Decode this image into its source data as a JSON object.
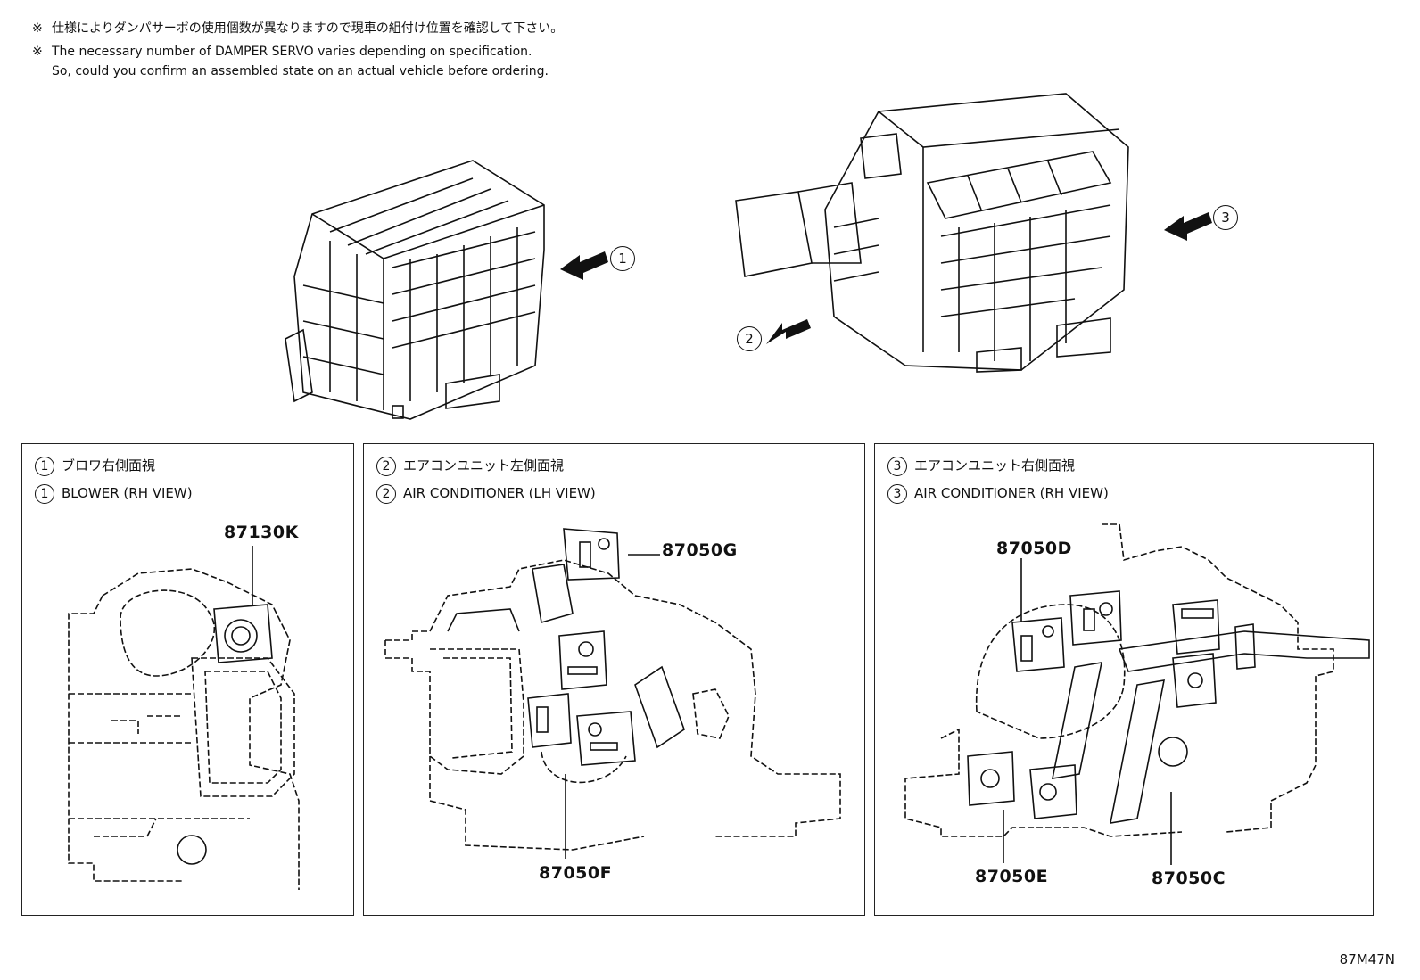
{
  "notes": {
    "mark": "※",
    "jp": "仕様によりダンパサーボの使用個数が異なりますので現車の組付け位置を確認して下さい。",
    "en_line1": "The necessary number of DAMPER SERVO varies depending on specification.",
    "en_line2": "So, could you confirm an assembled state on an actual vehicle before ordering."
  },
  "callouts": [
    "1",
    "2",
    "3"
  ],
  "panels": [
    {
      "num": "1",
      "title_jp": "ブロワ右側面視",
      "title_en": "BLOWER (RH VIEW)",
      "parts": [
        "87130K"
      ]
    },
    {
      "num": "2",
      "title_jp": "エアコンユニット左側面視",
      "title_en": "AIR CONDITIONER (LH VIEW)",
      "parts": [
        "87050G",
        "87050F"
      ]
    },
    {
      "num": "3",
      "title_jp": "エアコンユニット右側面視",
      "title_en": "AIR CONDITIONER (RH VIEW)",
      "parts": [
        "87050D",
        "87050E",
        "87050C"
      ]
    }
  ],
  "figure_code": "87M47N"
}
